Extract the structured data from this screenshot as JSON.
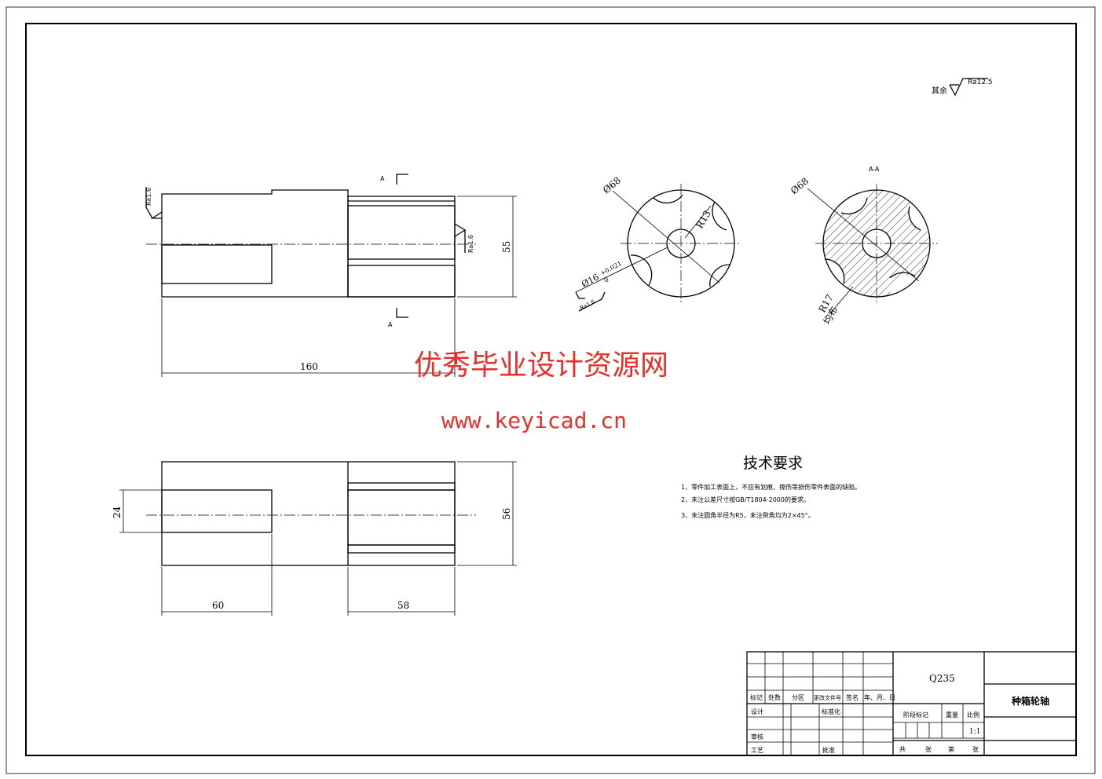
{
  "roughness_note": {
    "label": "其余",
    "value": "Ra12.5"
  },
  "front_view": {
    "section_mark": "A",
    "ra_left": "Ra1.6",
    "ra_right": "Ra1.6",
    "dim_length": "160",
    "dim_height": "55"
  },
  "bottom_view": {
    "dim_bore": "24",
    "dim_height": "56",
    "dim_left": "60",
    "dim_right": "58"
  },
  "end_view": {
    "dia_outer": "Ø68",
    "radius": "R13",
    "dia_bore": "Ø16",
    "bore_tol_upper": "+0.021",
    "bore_tol_lower": "0",
    "ra_bore": "Ra1.6"
  },
  "section_view": {
    "title": "A-A",
    "dia_outer": "Ø68",
    "radius": "R17",
    "distribution": "均布"
  },
  "watermark": {
    "title": "优秀毕业设计资源网",
    "url": "www.keyicad.cn"
  },
  "tech_requirements": {
    "title": "技术要求",
    "items": [
      "1、零件加工表面上，不应有划痕、擦伤等损伤零件表面的缺陷。",
      "2、未注公差尺寸按GB/T1804-2000的要求。",
      "3、未注圆角半径为R5，未注倒角均为2×45°。"
    ]
  },
  "title_block": {
    "material": "Q235",
    "part_name": "种箱轮轴",
    "headers": [
      "标记",
      "处数",
      "分区",
      "更改文件号",
      "签名",
      "年、月、日"
    ],
    "design": "设计",
    "standardization": "标准化",
    "check": "审核",
    "process": "工艺",
    "approve": "批准",
    "stage_mark": "阶段标记",
    "weight": "重量",
    "scale_label": "比例",
    "scale": "1:1",
    "sheets_total": "共",
    "sheets_unit": "张",
    "sheet_no": "第",
    "sheet_unit2": "张"
  }
}
